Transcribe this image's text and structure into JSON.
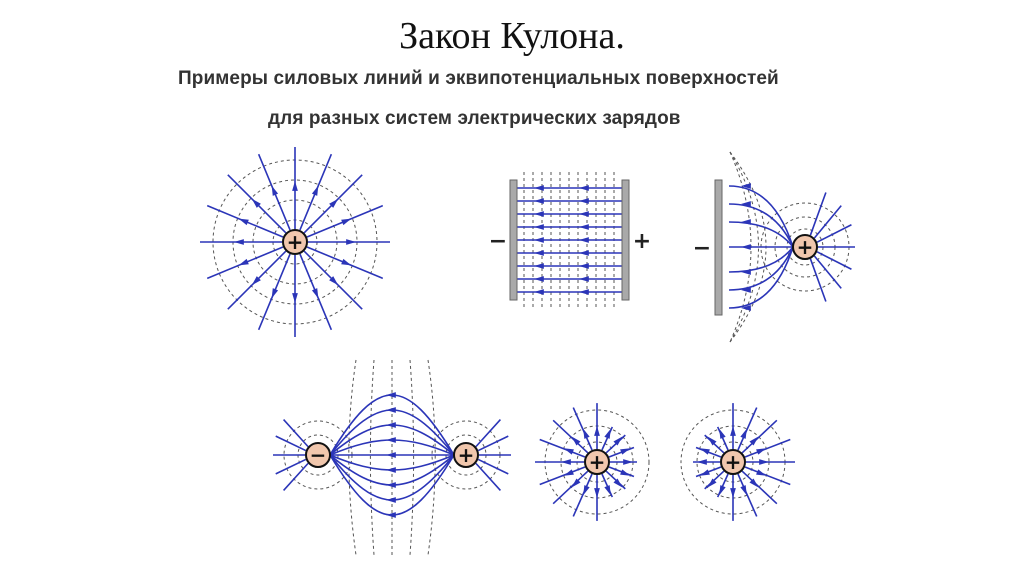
{
  "slide": {
    "title": "Закон Кулона.",
    "subtitle_line1": "Примеры силовых линий и эквипотенциальных поверхностей",
    "subtitle_line2": "для разных систем электрических зарядов"
  },
  "colors": {
    "field_line": "#2b35b8",
    "equipotential": "#555555",
    "charge_fill": "#f1c7ad",
    "charge_stroke": "#111111",
    "plate": "#a9a9a9"
  },
  "figures": {
    "single_charge": {
      "charge": "+"
    },
    "parallel_plates": {
      "left_label": "−",
      "right_label": "+"
    },
    "plate_and_charge": {
      "plate_label": "−",
      "charge": "+"
    },
    "dipole": {
      "left_charge": "−",
      "right_charge": "+"
    },
    "two_positive": {
      "left_charge": "+",
      "right_charge": "+"
    }
  }
}
